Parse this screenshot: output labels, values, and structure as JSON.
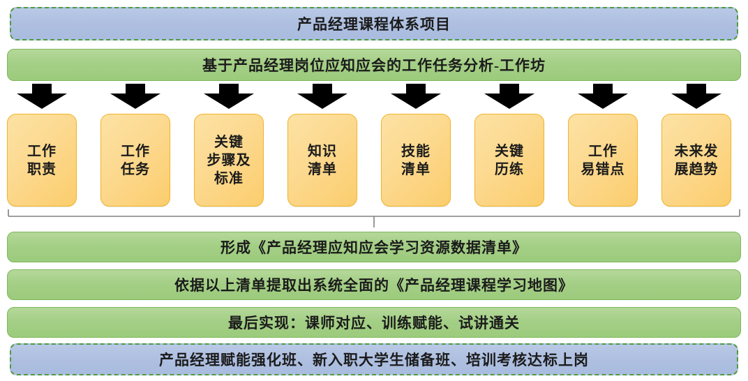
{
  "diagram": {
    "title_banner": {
      "text": "产品经理课程体系项目",
      "fill": "#aebfe0",
      "border": "#4f9a3f"
    },
    "workshop_banner": {
      "text": "基于产品经理岗位应知应会的工作任务分析-工作坊",
      "fill": "#a4cf86",
      "border": "#7cb85c"
    },
    "arrow_icon": "down-arrow-icon",
    "cards": [
      {
        "lines": [
          "工作",
          "职责"
        ]
      },
      {
        "lines": [
          "工作",
          "任务"
        ]
      },
      {
        "lines": [
          "关键",
          "步骤及",
          "标准"
        ]
      },
      {
        "lines": [
          "知识",
          "清单"
        ]
      },
      {
        "lines": [
          "技能",
          "清单"
        ]
      },
      {
        "lines": [
          "关键",
          "历练"
        ]
      },
      {
        "lines": [
          "工作",
          "易错点"
        ]
      },
      {
        "lines": [
          "未来发",
          "展趋势"
        ]
      }
    ],
    "card_fill": "#fcd98f",
    "card_border": "#f0b429",
    "bracket_color": "#808080",
    "outcomes": [
      {
        "text": "形成《产品经理应知应会学习资源数据清单》",
        "style": "green"
      },
      {
        "text": "依据以上清单提取出系统全面的《产品经理课程学习地图》",
        "style": "green"
      },
      {
        "text": "最后实现：课师对应、训练赋能、试讲通关",
        "style": "green"
      },
      {
        "text": "产品经理赋能强化班、新入职大学生储备班、培训考核达标上岗",
        "style": "blue"
      }
    ]
  }
}
